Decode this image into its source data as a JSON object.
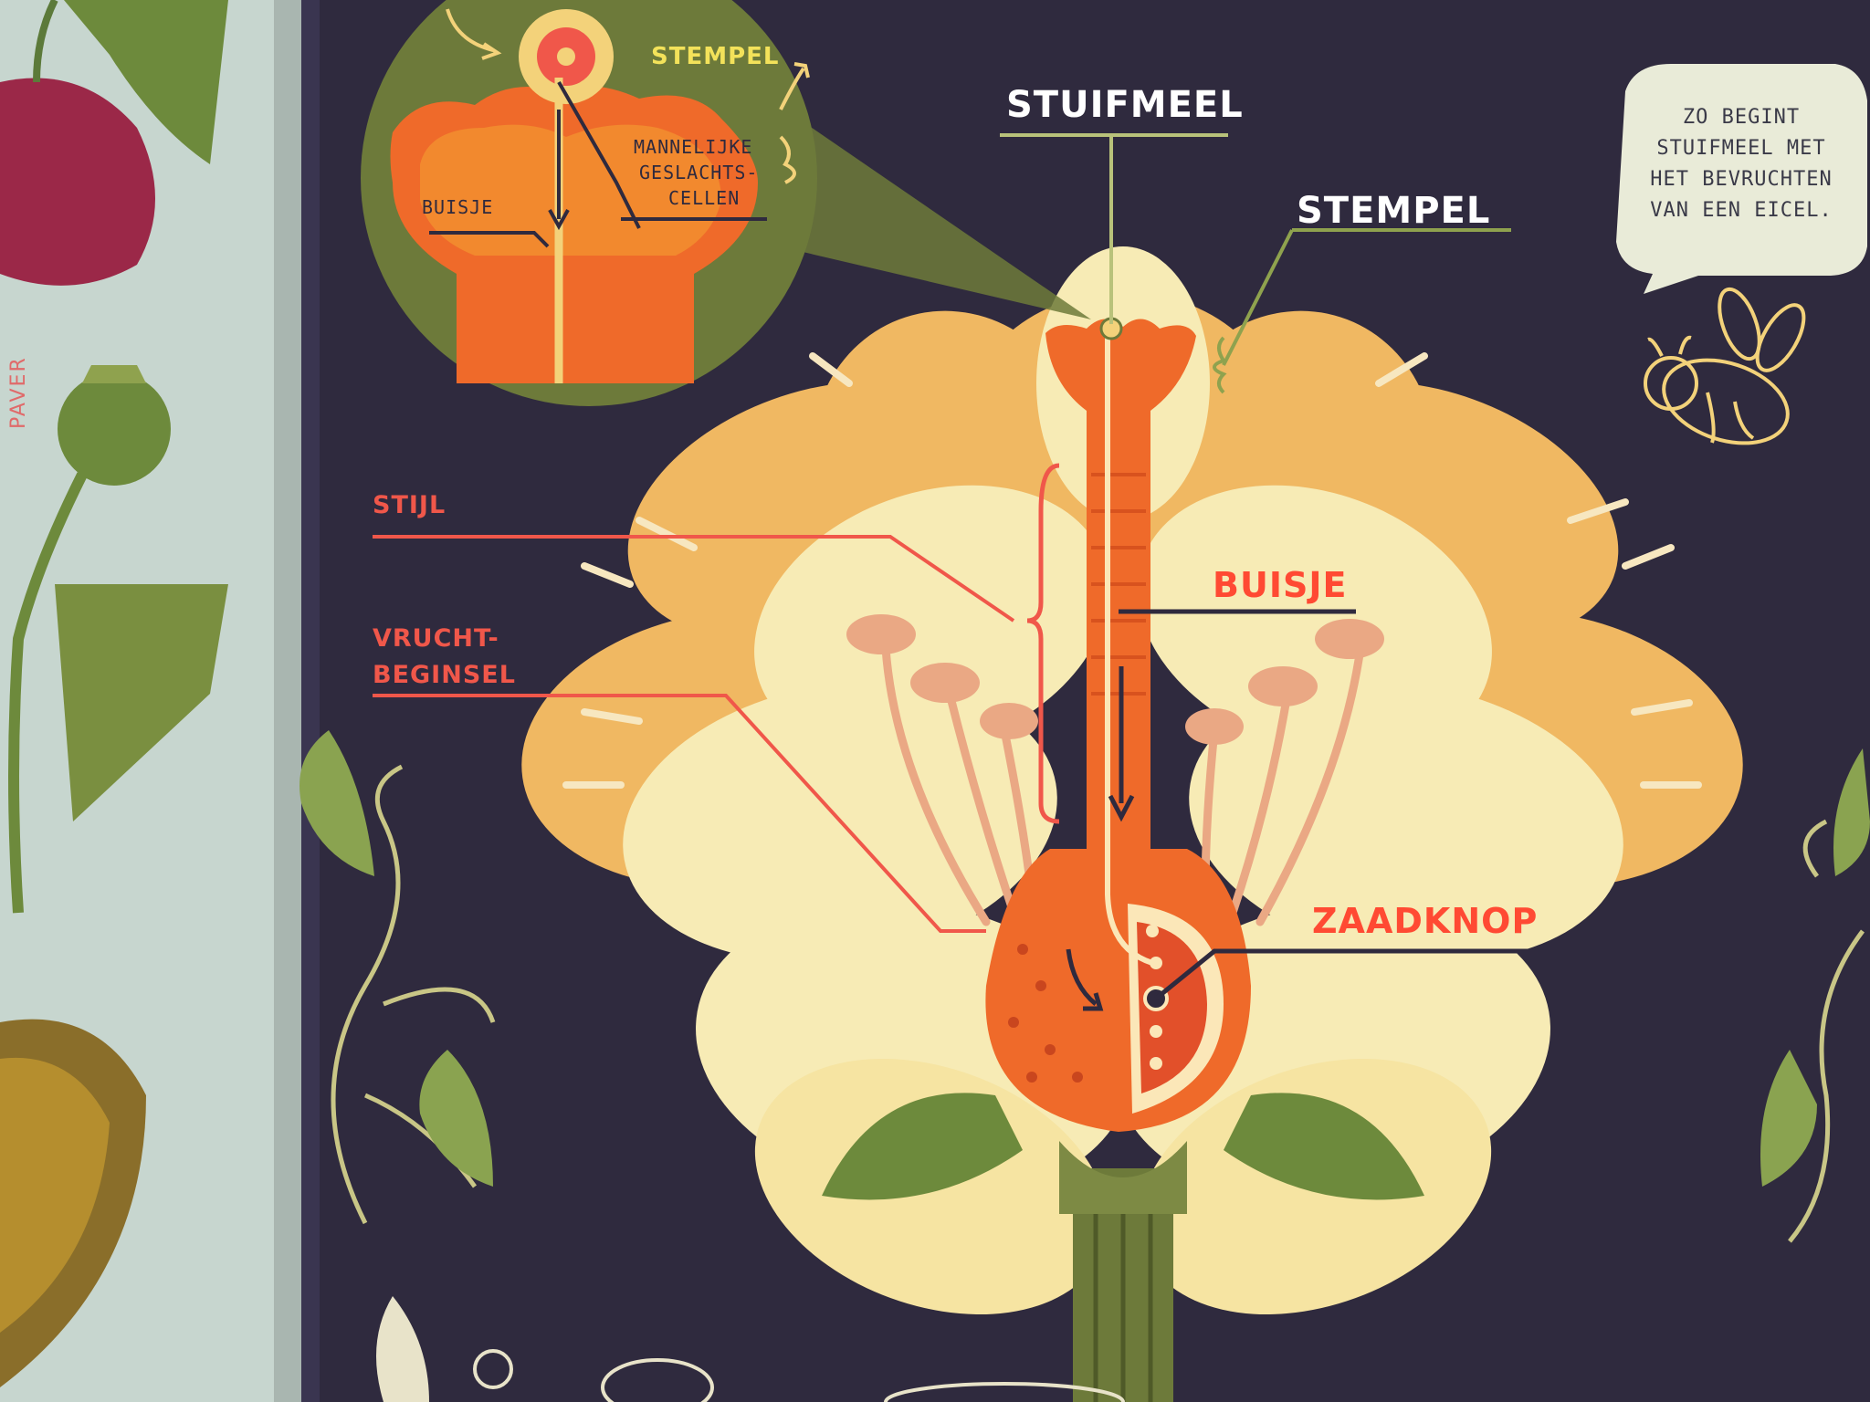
{
  "inset": {
    "stempel": "STEMPEL",
    "mannelijke": "MANNELIJKE",
    "geslachts": "GESLACHTS-",
    "cellen": "CELLEN",
    "buisje": "BUISJE"
  },
  "labels": {
    "stuifmeel": "STUIFMEEL",
    "stempel": "STEMPEL",
    "stijl": "STIJL",
    "vrucht_line1": "VRUCHT-",
    "vrucht_line2": "BEGINSEL",
    "buisje": "BUISJE",
    "zaadknop": "ZAADKNOP"
  },
  "bubble": {
    "line1": "ZO BEGINT",
    "line2": "STUIFMEEL MET",
    "line3": "HET BEVRUCHTEN",
    "line4": "VAN EEN EICEL."
  },
  "left_page": {
    "side_word": "PAVER"
  },
  "colors": {
    "background": "#2f2a3e",
    "stem_green": "#6d7a3a",
    "petal_outer": "#f0b862",
    "petal_inner": "#f7ebb5",
    "pistil": "#ef6a2a",
    "label_red": "#f0574a"
  }
}
